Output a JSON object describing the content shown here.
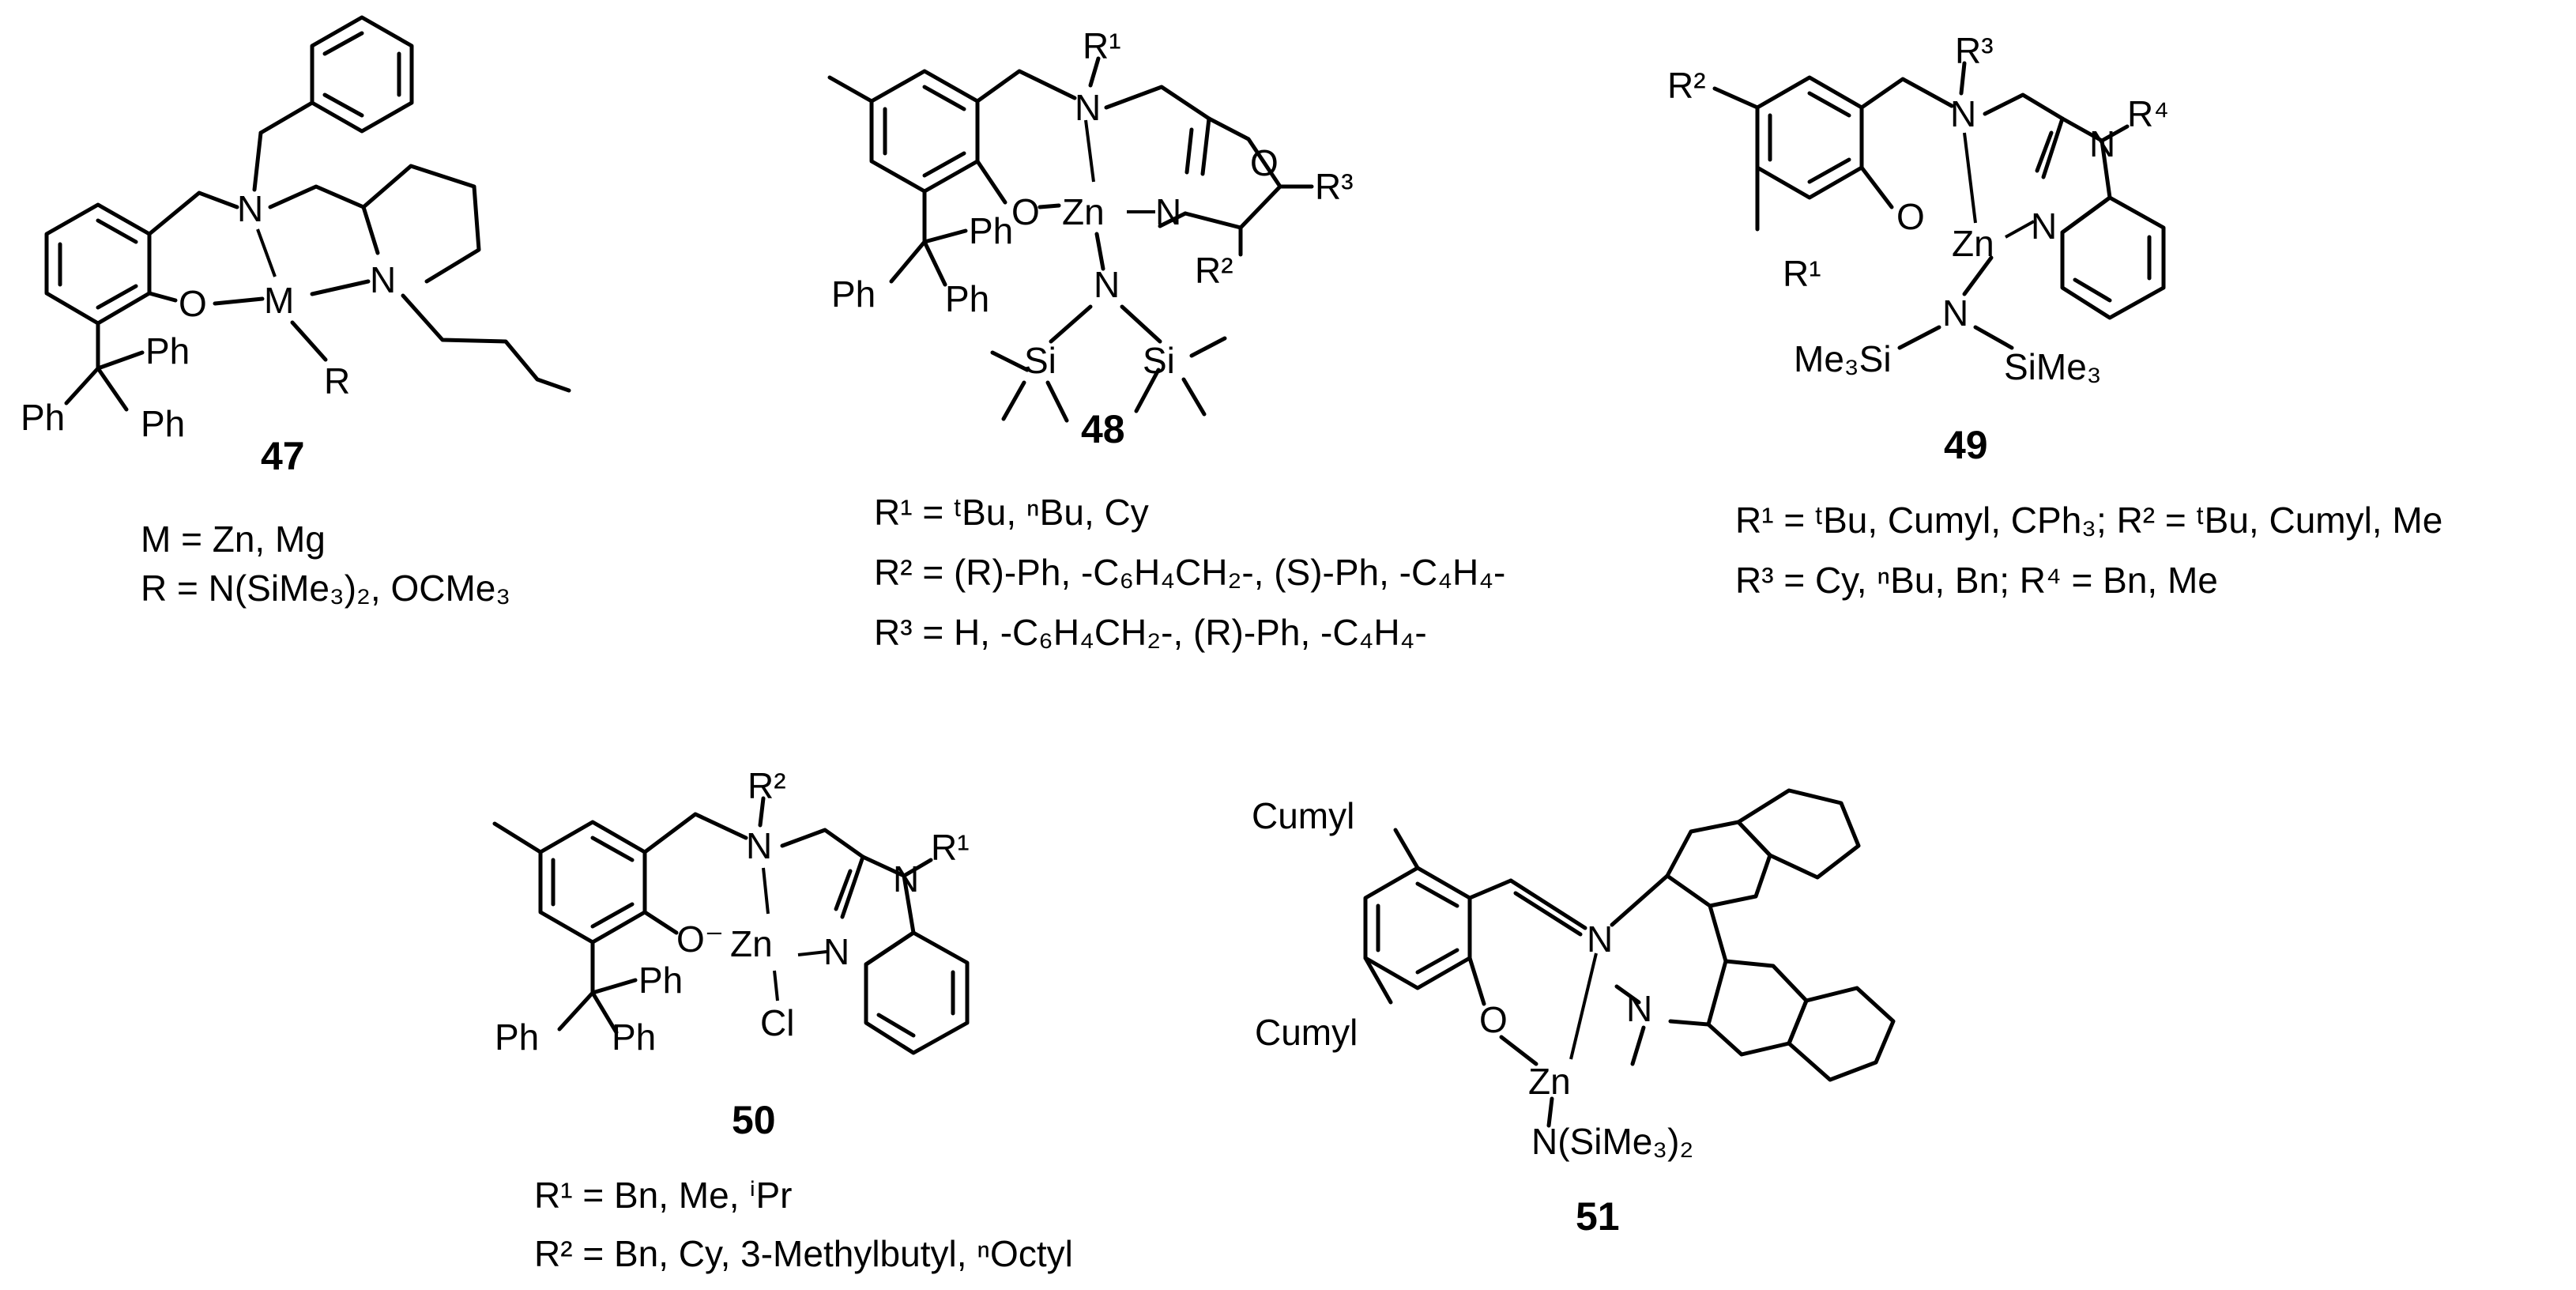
{
  "compounds": [
    {
      "id": "47",
      "atoms": {
        "n1": "N",
        "n2": "N",
        "o": "O",
        "m": "M",
        "r": "R",
        "ph_a": "Ph",
        "ph_b": "Ph",
        "ph_c": "Ph"
      },
      "captions": [
        "M = Zn, Mg",
        "R = N(SiMe₃)₂, OCMe₃"
      ]
    },
    {
      "id": "48",
      "atoms": {
        "r1": "R¹",
        "n_amine": "N",
        "o_phen": "O",
        "zn": "Zn",
        "n_ox": "N",
        "o_ox": "O",
        "r2": "R²",
        "r3": "R³",
        "n_amide": "N",
        "si_a": "Si",
        "si_b": "Si",
        "ph_a": "Ph",
        "ph_b": "Ph",
        "ph_c": "Ph"
      },
      "captions": [
        "R¹ = ᵗBu, ⁿBu, Cy",
        "R² = (R)-Ph, -C₆H₄CH₂-, (S)-Ph, -C₄H₄-",
        "R³ = H, -C₆H₄CH₂-, (R)-Ph, -C₄H₄-"
      ]
    },
    {
      "id": "49",
      "atoms": {
        "r2": "R²",
        "r1": "R¹",
        "r3": "R³",
        "r4": "R⁴",
        "n_amine": "N",
        "o": "O",
        "zn": "Zn",
        "n_imid": "N",
        "n_imid2": "N",
        "n_amide": "N",
        "si_left": "Me₃Si",
        "si_right": "SiMe₃"
      },
      "captions": [
        "R¹ = ᵗBu, Cumyl, CPh₃; R² = ᵗBu, Cumyl, Me",
        "R³ = Cy, ⁿBu, Bn; R⁴ = Bn, Me"
      ]
    },
    {
      "id": "50",
      "atoms": {
        "r2": "R²",
        "r1": "R¹",
        "n_amine": "N",
        "o": "O⁻",
        "zn": "Zn",
        "n_imid": "N",
        "n_imid2": "N",
        "cl": "Cl",
        "ph_a": "Ph",
        "ph_b": "Ph",
        "ph_c": "Ph"
      },
      "captions": [
        "R¹ = Bn, Me, ⁱPr",
        "R² = Bn, Cy, 3-Methylbutyl, ⁿOctyl"
      ]
    },
    {
      "id": "51",
      "atoms": {
        "cumyl_top": "Cumyl",
        "cumyl_bottom": "Cumyl",
        "n_imine": "N",
        "o": "O",
        "zn": "Zn",
        "n_me2": "N",
        "amide": "N(SiMe₃)₂"
      },
      "captions": []
    }
  ]
}
